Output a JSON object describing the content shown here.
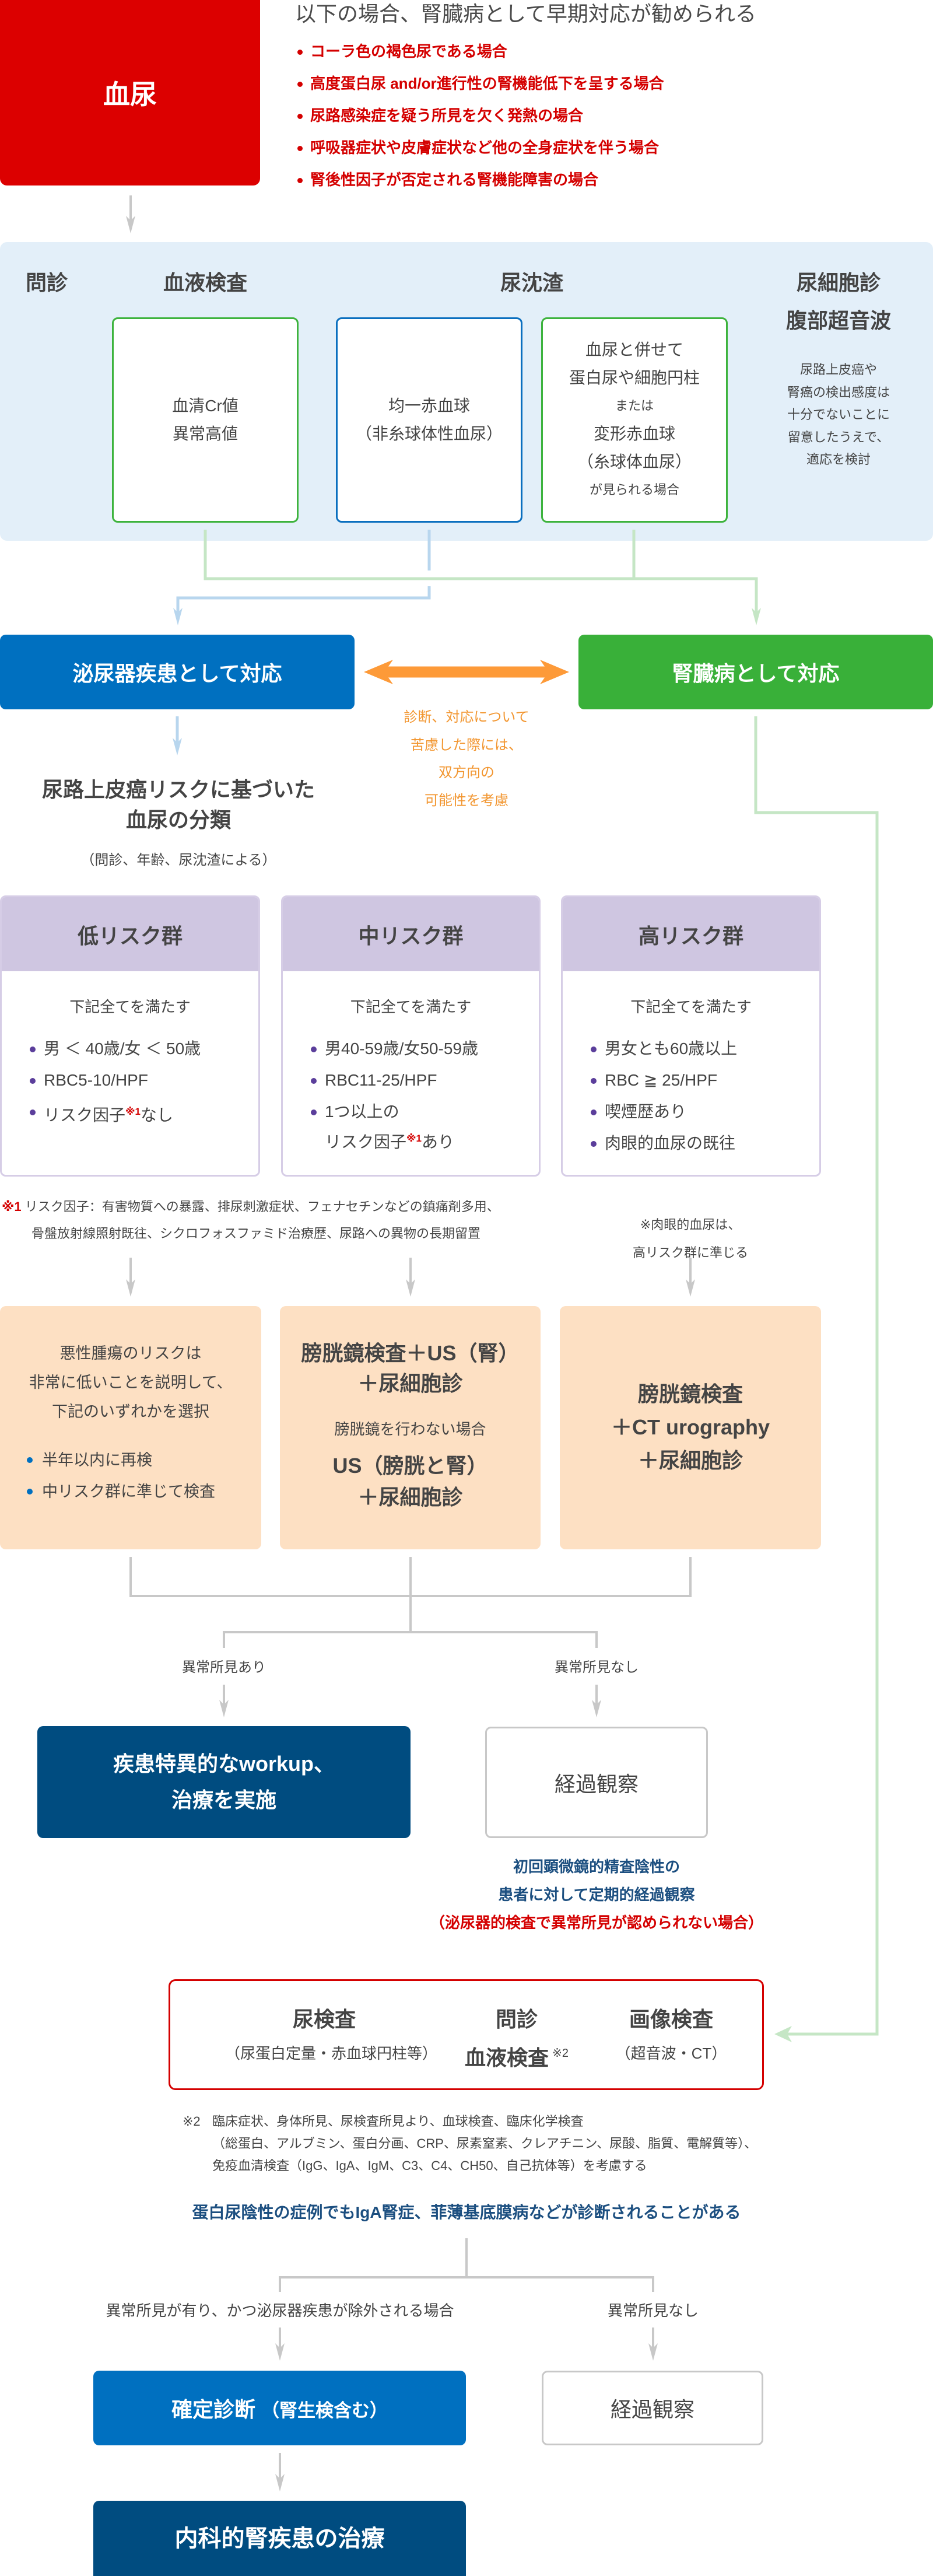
{
  "colors": {
    "hematuria_red": "#dc0000",
    "criteria_red": "#d40000",
    "panel_bg": "#e3eff9",
    "urology_blue": "#0070c0",
    "nephrology_green": "#39b039",
    "bidirectional_orange": "#f29630",
    "risk_header_lavender": "#cfc6e1",
    "management_peach": "#fde0c3",
    "dark_navy": "#004c80",
    "note_blue": "#1c4f80",
    "connector_gray": "#c8c8c8"
  },
  "hematuria_box": {
    "label": "血尿"
  },
  "early_referral": {
    "title": "以下の場合、腎臓病として早期対応が勧められる",
    "criteria": [
      "コーラ色の褐色尿である場合",
      "高度蛋白尿 and/or進行性の腎機能低下を呈する場合",
      "尿路感染症を疑う所見を欠く発熱の場合",
      "呼吸器症状や皮膚症状など他の全身症状を伴う場合",
      "腎後性因子が否定される腎機能障害の場合"
    ]
  },
  "initial_workup": {
    "headers": {
      "interview": "問診",
      "blood_test": "血液検査",
      "urine_sediment": "尿沈渣",
      "cytology": [
        "尿細胞診",
        "腹部超音波"
      ]
    },
    "blood_box": [
      "血清Cr値",
      "異常高値"
    ],
    "isomorphic_box": [
      "均一赤血球",
      "（非糸球体性血尿）"
    ],
    "dysmorphic_box": [
      "血尿と併せて",
      "蛋白尿や細胞円柱",
      "または",
      "変形赤血球",
      "（糸球体血尿）",
      "が見られる場合"
    ],
    "cytology_note": [
      "尿路上皮癌や",
      "腎癌の検出感度は",
      "十分でないことに",
      "留意したうえで、",
      "適応を検討"
    ]
  },
  "urology_box": {
    "label": "泌尿器疾患として対応"
  },
  "nephrology_box": {
    "label": "腎臓病として対応"
  },
  "bidirectional_note": [
    "診断、対応について",
    "苦慮した際には、",
    "双方向の",
    "可能性を考慮"
  ],
  "classification": {
    "title": [
      "尿路上皮癌リスクに基づいた",
      "血尿の分類"
    ],
    "subtitle": "（問診、年齢、尿沈渣による）"
  },
  "risk_groups": [
    {
      "name": "低リスク群",
      "condition": "下記全てを満たす",
      "criteria": [
        "男 ＜ 40歳/女 ＜ 50歳",
        "RBC5-10/HPF",
        {
          "text": "リスク因子",
          "sup": "※1",
          "after": "なし"
        }
      ]
    },
    {
      "name": "中リスク群",
      "condition": "下記全てを満たす",
      "criteria": [
        "男40-59歳/女50-59歳",
        "RBC11-25/HPF",
        {
          "line1": "1つ以上の",
          "text": "リスク因子",
          "sup": "※1",
          "after": "あり"
        }
      ]
    },
    {
      "name": "高リスク群",
      "condition": "下記全てを満たす",
      "criteria": [
        "男女とも60歳以上",
        "RBC ≧ 25/HPF",
        "喫煙歴あり",
        "肉眼的血尿の既往"
      ]
    }
  ],
  "footnote_1": {
    "marker": "※1",
    "lines": [
      "リスク因子：有害物質への暴露、排尿刺激症状、フェナセチンなどの鎮痛剤多用、",
      "骨盤放射線照射既往、シクロフォスファミド治療歴、尿路への異物の長期留置"
    ]
  },
  "high_risk_note": [
    "※肉眼的血尿は、",
    "高リスク群に準じる"
  ],
  "management": {
    "low": {
      "intro": [
        "悪性腫瘍のリスクは",
        "非常に低いことを説明して、",
        "下記のいずれかを選択"
      ],
      "options": [
        "半年以内に再検",
        "中リスク群に準じて検査"
      ]
    },
    "mid": {
      "primary": [
        "膀胱鏡検査＋US（腎）",
        "＋尿細胞診"
      ],
      "alt_condition": "膀胱鏡を行わない場合",
      "alternative": [
        "US（膀胱と腎）",
        "＋尿細胞診"
      ]
    },
    "high": [
      "膀胱鏡検査",
      "＋CT urography",
      "＋尿細胞診"
    ]
  },
  "urology_outcomes": {
    "abnormal_label": "異常所見あり",
    "normal_label": "異常所見なし",
    "workup_box": [
      "疾患特異的なworkup、",
      "治療を実施"
    ],
    "observation_box": "経過観察",
    "followup_note": [
      "初回顕微鏡的精査陰性の",
      "患者に対して定期的経過観察"
    ],
    "followup_condition": "（泌尿器的検査で異常所見が認められない場合）"
  },
  "nephrology_eval": {
    "urine": {
      "title": "尿検査",
      "sub": "（尿蛋白定量・赤血球円柱等）"
    },
    "interview_blood": {
      "title": "問診",
      "sub": "血液検査",
      "sup": "※2"
    },
    "imaging": {
      "title": "画像検査",
      "sub": "（超音波・CT）"
    }
  },
  "footnote_2": {
    "marker": "※2",
    "lines": [
      "臨床症状、身体所見、尿検査所見より、血球検査、臨床化学検査",
      "（総蛋白、アルブミン、蛋白分画、CRP、尿素窒素、クレアチニン、尿酸、脂質、電解質等）、",
      "免疫血清検査（IgG、IgA、IgM、C3、C4、CH50、自己抗体等）を考慮する"
    ]
  },
  "nephrology_statement": "蛋白尿陰性の症例でもIgA腎症、菲薄基底膜病などが診断されることがある",
  "nephrology_outcomes": {
    "positive_label": "異常所見が有り、かつ泌尿器疾患が除外される場合",
    "negative_label": "異常所見なし",
    "diagnosis_box": {
      "main": "確定診断",
      "sub": "（腎生検含む）"
    },
    "observation_box": "経過観察",
    "treatment_box": "内科的腎疾患の治療"
  }
}
